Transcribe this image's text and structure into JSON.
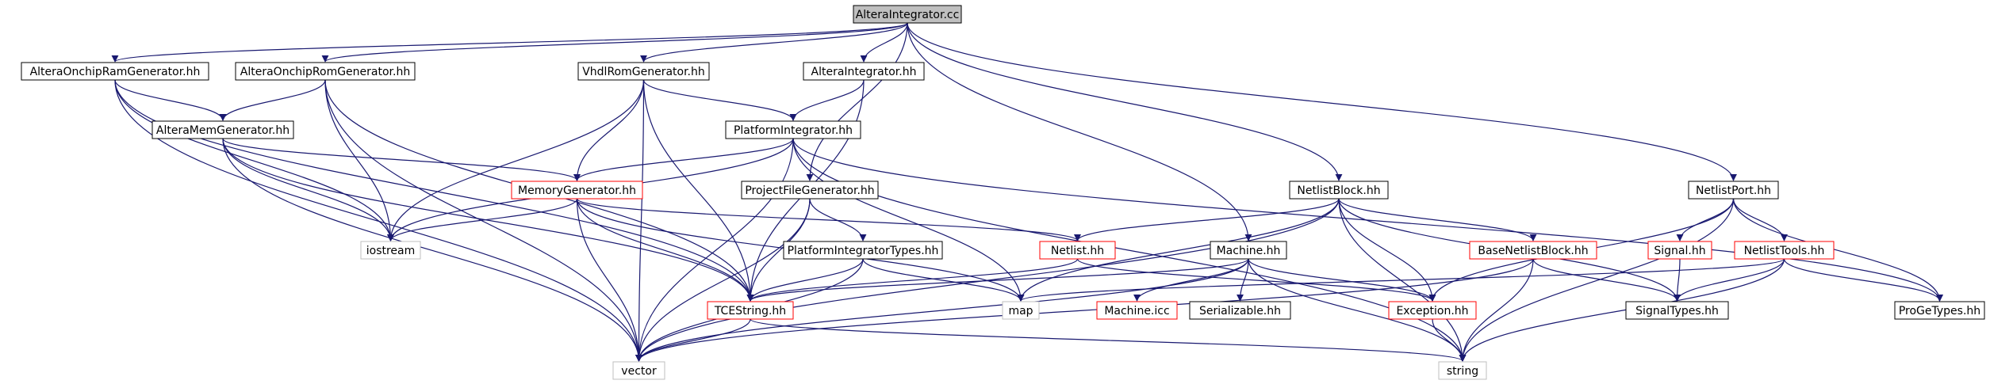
{
  "graph": {
    "title": "AlteraIntegrator.cc",
    "edge_color": "#191970",
    "colors": {
      "root_fill": "#bfbfbf",
      "normal_border": "#000000",
      "documented_missing_border": "#ff0000",
      "external_border": "#bfbfbf",
      "text": "#000000"
    },
    "nodes": [
      {
        "id": "root",
        "label": "AlteraIntegrator.cc",
        "kind": "root"
      },
      {
        "id": "aorg",
        "label": "AlteraOnchipRamGenerator.hh",
        "kind": "normal"
      },
      {
        "id": "aorom",
        "label": "AlteraOnchipRomGenerator.hh",
        "kind": "normal"
      },
      {
        "id": "vhdl",
        "label": "VhdlRomGenerator.hh",
        "kind": "normal"
      },
      {
        "id": "aihh",
        "label": "AlteraIntegrator.hh",
        "kind": "normal"
      },
      {
        "id": "amg",
        "label": "AlteraMemGenerator.hh",
        "kind": "normal"
      },
      {
        "id": "pi",
        "label": "PlatformIntegrator.hh",
        "kind": "normal"
      },
      {
        "id": "memgen",
        "label": "MemoryGenerator.hh",
        "kind": "red"
      },
      {
        "id": "pfg",
        "label": "ProjectFileGenerator.hh",
        "kind": "normal"
      },
      {
        "id": "nb",
        "label": "NetlistBlock.hh",
        "kind": "normal"
      },
      {
        "id": "np",
        "label": "NetlistPort.hh",
        "kind": "normal"
      },
      {
        "id": "iostream",
        "label": "iostream",
        "kind": "external"
      },
      {
        "id": "pit",
        "label": "PlatformIntegratorTypes.hh",
        "kind": "normal"
      },
      {
        "id": "netlist",
        "label": "Netlist.hh",
        "kind": "red"
      },
      {
        "id": "machine",
        "label": "Machine.hh",
        "kind": "normal"
      },
      {
        "id": "bnb",
        "label": "BaseNetlistBlock.hh",
        "kind": "red"
      },
      {
        "id": "signal",
        "label": "Signal.hh",
        "kind": "red"
      },
      {
        "id": "nt",
        "label": "NetlistTools.hh",
        "kind": "red"
      },
      {
        "id": "tce",
        "label": "TCEString.hh",
        "kind": "red"
      },
      {
        "id": "map",
        "label": "map",
        "kind": "external"
      },
      {
        "id": "micc",
        "label": "Machine.icc",
        "kind": "red"
      },
      {
        "id": "ser",
        "label": "Serializable.hh",
        "kind": "normal"
      },
      {
        "id": "exc",
        "label": "Exception.hh",
        "kind": "red"
      },
      {
        "id": "st",
        "label": "SignalTypes.hh",
        "kind": "normal"
      },
      {
        "id": "pgt",
        "label": "ProGeTypes.hh",
        "kind": "normal"
      },
      {
        "id": "vector",
        "label": "vector",
        "kind": "external"
      },
      {
        "id": "string",
        "label": "string",
        "kind": "external"
      }
    ],
    "edges": [
      [
        "root",
        "aorg"
      ],
      [
        "root",
        "aorom"
      ],
      [
        "root",
        "vhdl"
      ],
      [
        "root",
        "aihh"
      ],
      [
        "root",
        "pfg"
      ],
      [
        "root",
        "machine"
      ],
      [
        "root",
        "nb"
      ],
      [
        "root",
        "np"
      ],
      [
        "aorg",
        "amg"
      ],
      [
        "aorg",
        "iostream"
      ],
      [
        "aorg",
        "tce"
      ],
      [
        "aorg",
        "vector"
      ],
      [
        "aorom",
        "amg"
      ],
      [
        "aorom",
        "iostream"
      ],
      [
        "aorom",
        "tce"
      ],
      [
        "aorom",
        "vector"
      ],
      [
        "vhdl",
        "pi"
      ],
      [
        "vhdl",
        "memgen"
      ],
      [
        "vhdl",
        "iostream"
      ],
      [
        "vhdl",
        "tce"
      ],
      [
        "vhdl",
        "vector"
      ],
      [
        "aihh",
        "pi"
      ],
      [
        "aihh",
        "tce"
      ],
      [
        "amg",
        "memgen"
      ],
      [
        "amg",
        "iostream"
      ],
      [
        "amg",
        "tce"
      ],
      [
        "amg",
        "vector"
      ],
      [
        "pi",
        "memgen"
      ],
      [
        "pi",
        "iostream"
      ],
      [
        "pi",
        "map"
      ],
      [
        "pi",
        "vector"
      ],
      [
        "pi",
        "string"
      ],
      [
        "pi",
        "pgt"
      ],
      [
        "memgen",
        "iostream"
      ],
      [
        "memgen",
        "netlist"
      ],
      [
        "memgen",
        "tce"
      ],
      [
        "memgen",
        "map"
      ],
      [
        "memgen",
        "vector"
      ],
      [
        "pfg",
        "pit"
      ],
      [
        "pfg",
        "tce"
      ],
      [
        "pfg",
        "vector"
      ],
      [
        "pit",
        "tce"
      ],
      [
        "pit",
        "map"
      ],
      [
        "pit",
        "vector"
      ],
      [
        "netlist",
        "tce"
      ],
      [
        "netlist",
        "exc"
      ],
      [
        "machine",
        "tce"
      ],
      [
        "machine",
        "micc"
      ],
      [
        "machine",
        "ser"
      ],
      [
        "machine",
        "exc"
      ],
      [
        "machine",
        "vector"
      ],
      [
        "machine",
        "string"
      ],
      [
        "nb",
        "netlist"
      ],
      [
        "nb",
        "bnb"
      ],
      [
        "nb",
        "exc"
      ],
      [
        "nb",
        "st"
      ],
      [
        "nb",
        "map"
      ],
      [
        "nb",
        "vector"
      ],
      [
        "nb",
        "string"
      ],
      [
        "np",
        "signal"
      ],
      [
        "np",
        "nt"
      ],
      [
        "np",
        "exc"
      ],
      [
        "np",
        "pgt"
      ],
      [
        "np",
        "string"
      ],
      [
        "bnb",
        "st"
      ],
      [
        "bnb",
        "string"
      ],
      [
        "bnb",
        "vector"
      ],
      [
        "signal",
        "st"
      ],
      [
        "nt",
        "st"
      ],
      [
        "nt",
        "pgt"
      ],
      [
        "nt",
        "map"
      ],
      [
        "nt",
        "string"
      ],
      [
        "tce",
        "vector"
      ],
      [
        "tce",
        "string"
      ],
      [
        "exc",
        "string"
      ]
    ]
  }
}
